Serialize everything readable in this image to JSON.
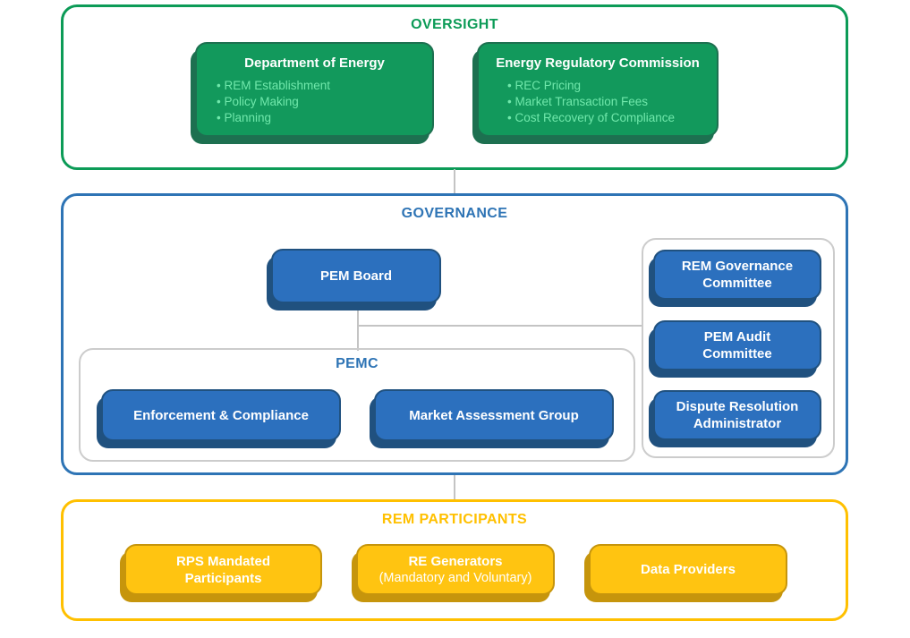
{
  "colors": {
    "green-accent": "#0C9B57",
    "green-fill": "#12995C",
    "green-dark": "#1D7050",
    "green-bullet": "#70E8AB",
    "blue-accent": "#2E74B5",
    "blue-fill": "#2C70BE",
    "blue-dark": "#20517F",
    "gold-accent": "#FFC000",
    "gold-fill": "#FFC411",
    "gold-dark": "#C6950C",
    "line-gray": "#C4C4C4",
    "frame-gray": "#CCCCCC",
    "box-text": "#FFFFFF"
  },
  "sections": {
    "oversight": {
      "title": "OVERSIGHT",
      "boxes": [
        {
          "title": "Department of Energy",
          "bullets": [
            "REM Establishment",
            "Policy Making",
            "Planning"
          ]
        },
        {
          "title": "Energy Regulatory Commission",
          "bullets": [
            "REC Pricing",
            "Market Transaction Fees",
            "Cost Recovery of Compliance"
          ]
        }
      ]
    },
    "governance": {
      "title": "GOVERNANCE",
      "pem_board": {
        "title": "PEM Board"
      },
      "pemc": {
        "title": "PEMC",
        "boxes": [
          {
            "title": "Enforcement & Compliance"
          },
          {
            "title": "Market Assessment Group"
          }
        ]
      },
      "committees": [
        {
          "lines": [
            "REM Governance",
            "Committee"
          ]
        },
        {
          "lines": [
            "PEM Audit",
            "Committee"
          ]
        },
        {
          "lines": [
            "Dispute Resolution",
            "Administrator"
          ]
        }
      ]
    },
    "participants": {
      "title": "REM PARTICIPANTS",
      "boxes": [
        {
          "lines": [
            "RPS Mandated",
            "Participants"
          ]
        },
        {
          "lines": [
            "RE Generators",
            "(Mandatory and Voluntary)"
          ]
        },
        {
          "lines": [
            "Data Providers"
          ]
        }
      ]
    }
  }
}
